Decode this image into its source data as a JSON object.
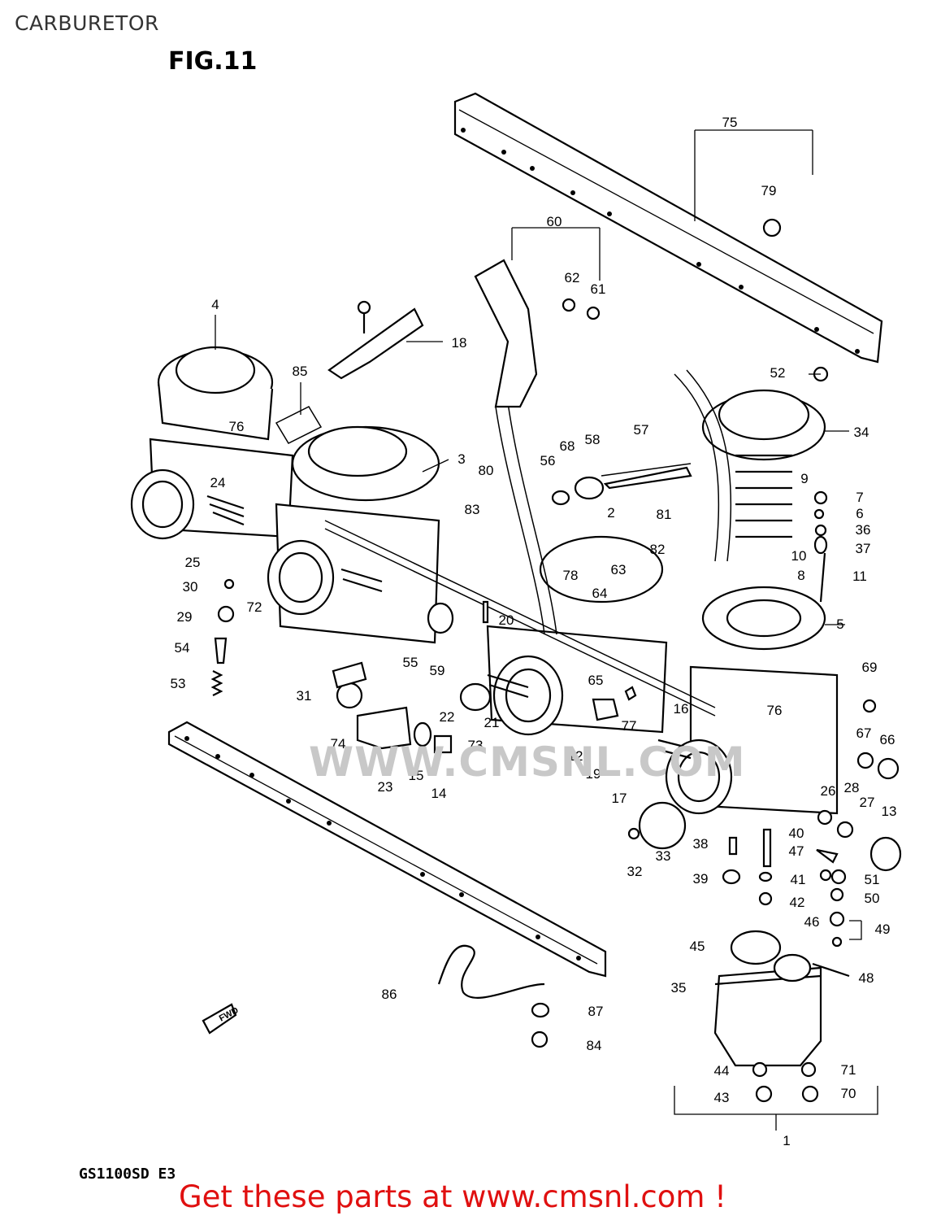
{
  "header": {
    "title": "CARBURETOR",
    "figure": "FIG.11"
  },
  "footer": {
    "model": "GS1100SD E3",
    "promo": "Get these parts at www.cmsnl.com !"
  },
  "watermark": "WWW.CMSNL.COM",
  "front_marker": "FWD",
  "callouts": [
    {
      "num": "1"
    },
    {
      "num": "2"
    },
    {
      "num": "3"
    },
    {
      "num": "4"
    },
    {
      "num": "5"
    },
    {
      "num": "6"
    },
    {
      "num": "7"
    },
    {
      "num": "8"
    },
    {
      "num": "9"
    },
    {
      "num": "10"
    },
    {
      "num": "11"
    },
    {
      "num": "12"
    },
    {
      "num": "13"
    },
    {
      "num": "14"
    },
    {
      "num": "15"
    },
    {
      "num": "16"
    },
    {
      "num": "17"
    },
    {
      "num": "18"
    },
    {
      "num": "19"
    },
    {
      "num": "20"
    },
    {
      "num": "21"
    },
    {
      "num": "22"
    },
    {
      "num": "23"
    },
    {
      "num": "24"
    },
    {
      "num": "25"
    },
    {
      "num": "26"
    },
    {
      "num": "27"
    },
    {
      "num": "28"
    },
    {
      "num": "29"
    },
    {
      "num": "30"
    },
    {
      "num": "31"
    },
    {
      "num": "32"
    },
    {
      "num": "33"
    },
    {
      "num": "34"
    },
    {
      "num": "35"
    },
    {
      "num": "36"
    },
    {
      "num": "37"
    },
    {
      "num": "38"
    },
    {
      "num": "39"
    },
    {
      "num": "40"
    },
    {
      "num": "41"
    },
    {
      "num": "42"
    },
    {
      "num": "43"
    },
    {
      "num": "44"
    },
    {
      "num": "45"
    },
    {
      "num": "46"
    },
    {
      "num": "47"
    },
    {
      "num": "48"
    },
    {
      "num": "49"
    },
    {
      "num": "50"
    },
    {
      "num": "51"
    },
    {
      "num": "52"
    },
    {
      "num": "53"
    },
    {
      "num": "54"
    },
    {
      "num": "55"
    },
    {
      "num": "56"
    },
    {
      "num": "57"
    },
    {
      "num": "58"
    },
    {
      "num": "59"
    },
    {
      "num": "60"
    },
    {
      "num": "61"
    },
    {
      "num": "62"
    },
    {
      "num": "63"
    },
    {
      "num": "64"
    },
    {
      "num": "65"
    },
    {
      "num": "66"
    },
    {
      "num": "67"
    },
    {
      "num": "68"
    },
    {
      "num": "69"
    },
    {
      "num": "70"
    },
    {
      "num": "71"
    },
    {
      "num": "72"
    },
    {
      "num": "73"
    },
    {
      "num": "74"
    },
    {
      "num": "75"
    },
    {
      "num": "76"
    },
    {
      "num": "76"
    },
    {
      "num": "77"
    },
    {
      "num": "78"
    },
    {
      "num": "79"
    },
    {
      "num": "80"
    },
    {
      "num": "81"
    },
    {
      "num": "82"
    },
    {
      "num": "83"
    },
    {
      "num": "84"
    },
    {
      "num": "85"
    },
    {
      "num": "86"
    },
    {
      "num": "87"
    }
  ]
}
